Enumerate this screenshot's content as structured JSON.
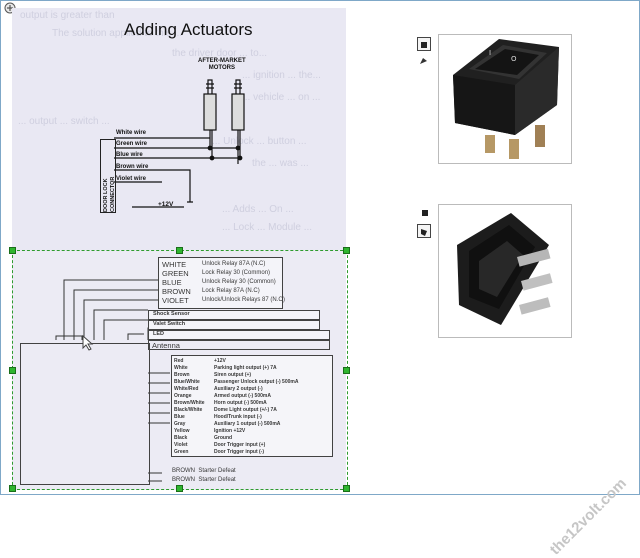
{
  "diagram_top": {
    "title": "Adding Actuators",
    "motors_label": [
      "AFTER-MARKET",
      "MOTORS"
    ],
    "wires": [
      "White wire",
      "Green wire",
      "Blue wire",
      "Brown wire",
      "Violet wire"
    ],
    "connector_label": [
      "DOOR LOCK",
      "CONNECTOR"
    ],
    "power_label": "+12V"
  },
  "diagram_bottom": {
    "relays": [
      {
        "color": "WHITE",
        "desc": "Unlock Relay 87A (N.C)"
      },
      {
        "color": "GREEN",
        "desc": "Lock Relay 30 (Common)"
      },
      {
        "color": "BLUE",
        "desc": "Unlock Relay 30 (Common)"
      },
      {
        "color": "BROWN",
        "desc": "Lock Relay 87A (N.C)"
      },
      {
        "color": "VIOLET",
        "desc": "Unlock/Unlock Relays 87 (N.O)"
      }
    ],
    "bars": [
      "Shock Sensor",
      "Valet Switch",
      "LED",
      "Antenna"
    ],
    "pins": [
      {
        "wire": "Red",
        "func": "+12V"
      },
      {
        "wire": "White",
        "func": "Parking light output (+) 7A"
      },
      {
        "wire": "Brown",
        "func": "Siren output (+)"
      },
      {
        "wire": "Blue/White",
        "func": "Passenger Unlock output (-) 500mA"
      },
      {
        "wire": "White/Red",
        "func": "Auxiliary 2 output (-)"
      },
      {
        "wire": "Orange",
        "func": "Armed output (-) 500mA"
      },
      {
        "wire": "Brown/White",
        "func": "Horn output (-) 500mA"
      },
      {
        "wire": "Black/White",
        "func": "Dome Light output (+/-) 7A"
      },
      {
        "wire": "Blue",
        "func": "Hood/Trunk input (-)"
      },
      {
        "wire": "Gray",
        "func": "Auxiliary 1 output (-) 500mA"
      },
      {
        "wire": "Yellow",
        "func": "Ignition +12V"
      },
      {
        "wire": "Black",
        "func": "Ground"
      },
      {
        "wire": "Violet",
        "func": "Door Trigger input (+)"
      },
      {
        "wire": "Green",
        "func": "Door Trigger input (-)"
      }
    ],
    "starter": [
      {
        "color": "BROWN",
        "desc": "Starter Defeat"
      },
      {
        "color": "BROWN",
        "desc": "Starter Defeat"
      }
    ]
  },
  "bleed_text": [
    "output is greater than",
    "The solution applied to this ...",
    "the driver door ... to...",
    "... ignition ... the...",
    "... vehicle ... on ...",
    "... output ... switch ...",
    "... Unlock ... button ...",
    "the ... was ...",
    "... Adds ... On ...",
    "... Lock ... Module ..."
  ],
  "watermark": "the12volt.com",
  "colors": {
    "accent_green": "#2fb52f",
    "page_bg": "#e9e8f3",
    "frame": "#7fa8c8"
  },
  "icons": [
    "app-icon",
    "switch-thumbnail-icon",
    "tool-icon"
  ]
}
